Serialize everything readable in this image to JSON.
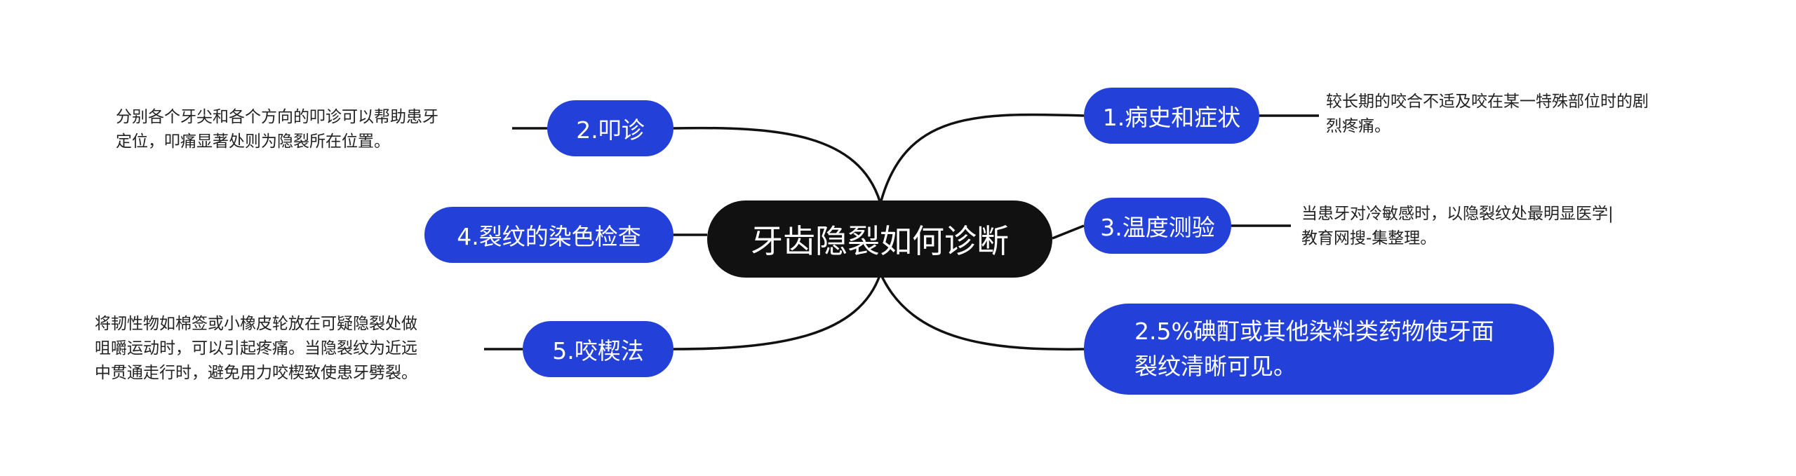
{
  "root": {
    "label": "牙齿隐裂如何诊断"
  },
  "branches": [
    {
      "label": "1.病史和症状",
      "note": [
        "较长期的咬合不适及咬在某一特殊部位时的剧",
        "烈疼痛。"
      ]
    },
    {
      "label": "2.叩诊",
      "note": [
        "分别各个牙尖和各个方向的叩诊可以帮助患牙",
        "定位，叩痛显著处则为隐裂所在位置。"
      ]
    },
    {
      "label": "3.温度测验",
      "note": [
        "当患牙对冷敏感时，以隐裂纹处最明显医学|",
        "教育网搜-集整理。"
      ]
    },
    {
      "label": "4.裂纹的染色检查",
      "detail": [
        "2.5%碘酊或其他染料类药物使牙面",
        "裂纹清晰可见。"
      ]
    },
    {
      "label": "5.咬楔法",
      "note": [
        "将韧性物如棉签或小橡皮轮放在可疑隐裂处做",
        "咀嚼运动时，可以引起疼痛。当隐裂纹为近远",
        "中贯通走行时，避免用力咬楔致使患牙劈裂。"
      ]
    }
  ]
}
